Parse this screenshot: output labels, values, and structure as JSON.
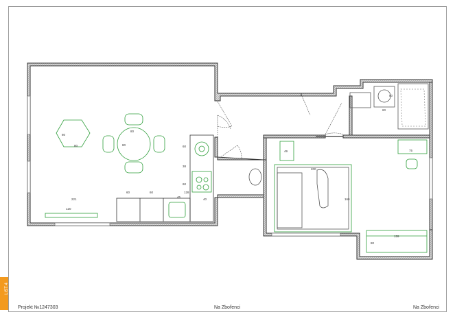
{
  "page_tab": {
    "label": "LIST 4"
  },
  "footer": {
    "project": "Projekt №1247303",
    "center": "Na Zbořenci",
    "right": "Na Zbořenci"
  },
  "dimensions": {
    "table_width": "80",
    "table_depth": "80",
    "hex_width": "80",
    "hex_height": "80",
    "counter_total": "221",
    "shelf_width": "120",
    "cab_1": "60",
    "cab_2": "60",
    "cab_3": "45",
    "cab_4": "128",
    "stove_depth": "60",
    "stove_width": "60",
    "column_height": "38",
    "fridge_width": "40",
    "bed_width": "200",
    "bed_length": "160",
    "wardrobe_width": "49",
    "bath_sink": "60",
    "bath_toilet": "50",
    "desk_width": "75",
    "sofa_width": "159",
    "sofa_depth": "80"
  },
  "colors": {
    "wall": "#3a3a3a",
    "furniture": "#2e9e3a",
    "accent": "#f39a1e"
  }
}
